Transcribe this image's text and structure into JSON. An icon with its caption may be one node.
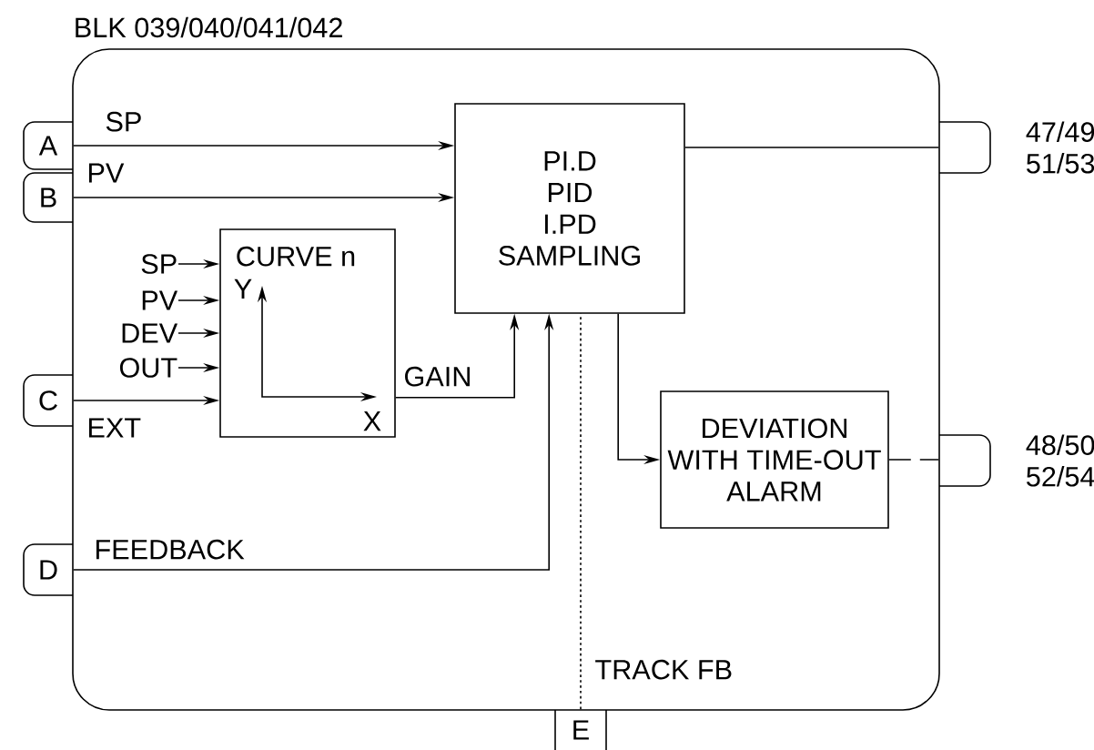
{
  "diagram": {
    "nodes": [
      {
        "text": [
          "BLK 039/040/041/042"
        ]
      },
      {
        "text": [
          "A"
        ]
      },
      {
        "text": [
          "B"
        ]
      },
      {
        "text": [
          "C"
        ]
      },
      {
        "text": [
          "D"
        ]
      },
      {
        "text": [
          "E"
        ]
      },
      {
        "text": [],
        "shape": "box",
        "beside": [
          "47/49 51/53"
        ]
      },
      {
        "text": [],
        "shape": "box",
        "beside": [
          "48/50 52/54"
        ]
      },
      {
        "text": [
          "PI.D PID I.PD SAMPLING"
        ],
        "in": 0
      },
      {
        "text": [
          "CURVE n",
          "Y",
          "X"
        ],
        "in": 0
      },
      {
        "text": [
          "DEVIATION WITH TIME-OUT ALARM"
        ],
        "in": 0
      },
      {
        "text": [
          "SP"
        ],
        "in": 0
      },
      {
        "text": [
          "PV"
        ],
        "in": 0
      },
      {
        "text": [
          "DEV"
        ],
        "in": 0
      },
      {
        "text": [
          "OUT"
        ],
        "in": 0
      }
    ],
    "edges": [
      {
        "from": 1,
        "to": 8,
        "arrow": "to",
        "label": "SP"
      },
      {
        "from": 2,
        "to": 8,
        "arrow": "to",
        "label": "PV"
      },
      {
        "from": 11,
        "to": 9,
        "arrow": "to"
      },
      {
        "from": 12,
        "to": 9,
        "arrow": "to"
      },
      {
        "from": 13,
        "to": 9,
        "arrow": "to"
      },
      {
        "from": 14,
        "to": 9,
        "arrow": "to"
      },
      {
        "from": 3,
        "to": 9,
        "arrow": "to",
        "label": "EXT"
      },
      {
        "from": 9,
        "to": 8,
        "arrow": "to",
        "label": "GAIN"
      },
      {
        "from": 4,
        "to": 8,
        "arrow": "to",
        "label": "FEEDBACK"
      },
      {
        "from": 5,
        "to": 8,
        "arrow": "none",
        "style": "dashed",
        "label": "TRACK FB"
      },
      {
        "from": 8,
        "to": 6,
        "arrow": "none"
      },
      {
        "from": 8,
        "to": 10,
        "arrow": "to"
      },
      {
        "from": 10,
        "to": 7,
        "arrow": "none",
        "style": "dashed"
      }
    ]
  }
}
